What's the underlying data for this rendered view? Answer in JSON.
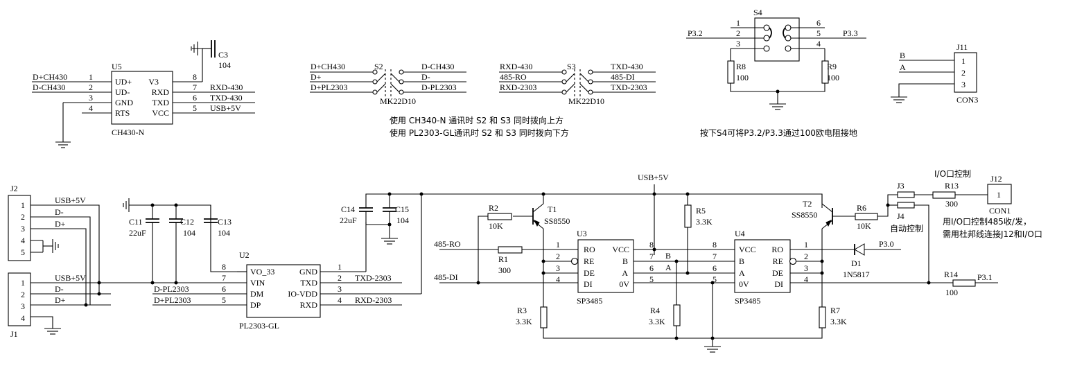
{
  "u5": {
    "ref": "U5",
    "part": "CH430-N",
    "left_pins": [
      [
        "1",
        "UD+"
      ],
      [
        "2",
        "UD-"
      ],
      [
        "3",
        "GND"
      ],
      [
        "4",
        "RTS"
      ]
    ],
    "right_pins": [
      [
        "8",
        "V3"
      ],
      [
        "7",
        "RXD"
      ],
      [
        "6",
        "TXD"
      ],
      [
        "5",
        "VCC"
      ]
    ],
    "left_nets": [
      "D+CH430",
      "D-CH430"
    ],
    "right_nets": [
      "RXD-430",
      "TXD-430",
      "USB+5V"
    ]
  },
  "c3": {
    "ref": "C3",
    "value": "104"
  },
  "s2": {
    "ref": "S2",
    "part": "MK22D10",
    "left": [
      "D+CH430",
      "D+",
      "D+PL2303"
    ],
    "right": [
      "D-CH430",
      "D-",
      "D-PL2303"
    ]
  },
  "s3": {
    "ref": "S3",
    "part": "MK22D10",
    "left": [
      "RXD-430",
      "485-RO",
      "RXD-2303"
    ],
    "right": [
      "TXD-430",
      "485-DI",
      "TXD-2303"
    ]
  },
  "note_switch": [
    "使用 CH340-N 通讯时 S2 和 S3 同时拨向上方",
    "使用 PL2303-GL通讯时 S2 和 S3 同时拨向下方"
  ],
  "s4": {
    "ref": "S4",
    "pins": [
      "1",
      "2",
      "3",
      "6",
      "5",
      "4"
    ],
    "left_net": "P3.2",
    "right_net": "P3.3"
  },
  "r8": {
    "ref": "R8",
    "value": "100"
  },
  "r9": {
    "ref": "R9",
    "value": "100"
  },
  "note_s4": "按下S4可将P3.2/P3.3通过100欧电阻接地",
  "j11": {
    "ref": "J11",
    "part": "CON3",
    "pins": [
      "1",
      "2",
      "3"
    ],
    "nets": [
      "B",
      "A"
    ]
  },
  "j2": {
    "ref": "J2",
    "pins": [
      "1",
      "2",
      "3",
      "4",
      "5"
    ],
    "nets": [
      "USB+5V",
      "D-",
      "D+"
    ]
  },
  "j1": {
    "ref": "J1",
    "pins": [
      "1",
      "2",
      "3",
      "4"
    ],
    "nets": [
      "USB+5V",
      "D-",
      "D+"
    ]
  },
  "caps": [
    {
      "ref": "C11",
      "value": "22uF"
    },
    {
      "ref": "C12",
      "value": "104"
    },
    {
      "ref": "C13",
      "value": "104"
    },
    {
      "ref": "C14",
      "value": "22uF"
    },
    {
      "ref": "C15",
      "value": "104"
    }
  ],
  "u2": {
    "ref": "U2",
    "part": "PL2303-GL",
    "left_pins": [
      [
        "8",
        "VO_33"
      ],
      [
        "7",
        "VIN"
      ],
      [
        "6",
        "DM"
      ],
      [
        "5",
        "DP"
      ]
    ],
    "right_pins": [
      [
        "1",
        "GND"
      ],
      [
        "2",
        "TXD"
      ],
      [
        "3",
        "IO-VDD"
      ],
      [
        "4",
        "RXD"
      ]
    ],
    "left_nets": [
      "D-PL2303",
      "D+PL2303"
    ],
    "right_nets": [
      "TXD-2303",
      "RXD-2303"
    ]
  },
  "usb5v_top": "USB+5V",
  "t1": {
    "ref": "T1",
    "part": "SS8550"
  },
  "t2": {
    "ref": "T2",
    "part": "SS8550"
  },
  "r1": {
    "ref": "R1",
    "value": "300"
  },
  "r2": {
    "ref": "R2",
    "value": "10K"
  },
  "r3": {
    "ref": "R3",
    "value": "3.3K"
  },
  "r4": {
    "ref": "R4",
    "value": "3.3K"
  },
  "r5": {
    "ref": "R5",
    "value": "3.3K"
  },
  "r6": {
    "ref": "R6",
    "value": "10K"
  },
  "r7": {
    "ref": "R7",
    "value": "3.3K"
  },
  "r13": {
    "ref": "R13",
    "value": "300"
  },
  "r14": {
    "ref": "R14",
    "value": "100"
  },
  "u3": {
    "ref": "U3",
    "part": "SP3485",
    "left_pins": [
      [
        "1",
        "RO"
      ],
      [
        "2",
        "RE"
      ],
      [
        "3",
        "DE"
      ],
      [
        "4",
        "DI"
      ]
    ],
    "right_pins": [
      [
        "8",
        "VCC"
      ],
      [
        "7",
        "B"
      ],
      [
        "6",
        "A"
      ],
      [
        "5",
        "0V"
      ]
    ]
  },
  "u4": {
    "ref": "U4",
    "part": "SP3485",
    "left_pins": [
      [
        "8",
        "VCC"
      ],
      [
        "7",
        "B"
      ],
      [
        "6",
        "A"
      ],
      [
        "5",
        "0V"
      ]
    ],
    "right_pins": [
      [
        "1",
        "RO"
      ],
      [
        "2",
        "RE"
      ],
      [
        "3",
        "DE"
      ],
      [
        "4",
        "DI"
      ]
    ]
  },
  "nets_485": {
    "ro": "485-RO",
    "di": "485-DI",
    "b": "B",
    "a": "A"
  },
  "d1": {
    "ref": "D1",
    "part": "1N5817"
  },
  "p30": "P3.0",
  "p31": "P3.1",
  "j3": "J3",
  "j4": "J4",
  "j4_label": "自动控制",
  "io_ctrl_label": "I/O口控制",
  "j12": {
    "ref": "J12",
    "pin": "1",
    "part": "CON1"
  },
  "note_j12": [
    "用I/O口控制485收/发，",
    "需用杜邦线连接J12和I/O口"
  ]
}
